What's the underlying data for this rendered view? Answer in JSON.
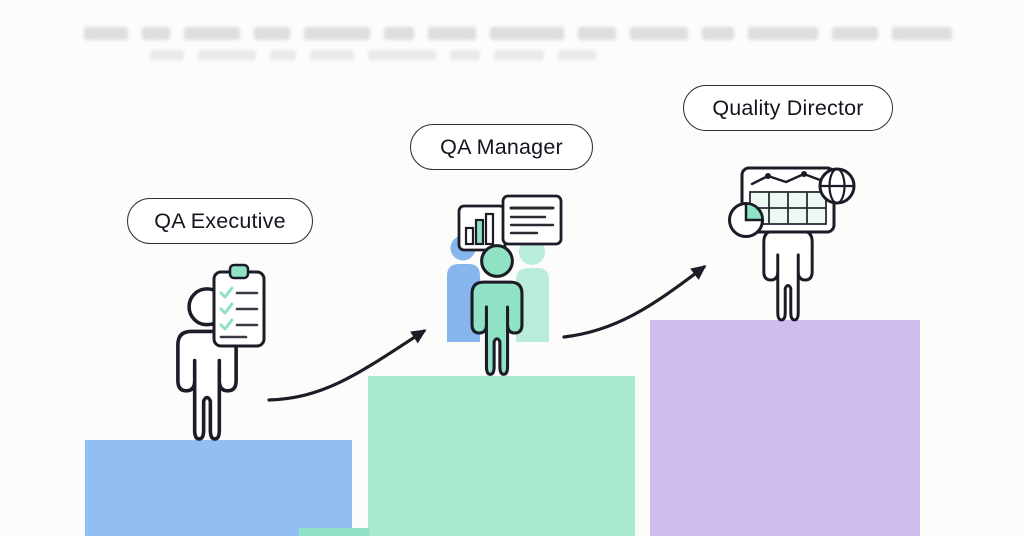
{
  "diagram": {
    "type": "career-ladder",
    "steps": [
      {
        "label": "QA Executive",
        "step_color": "#93bef4",
        "icon": "person-clipboard-checklist-icon"
      },
      {
        "label": "QA Manager",
        "step_color": "#a9e9ce",
        "icon": "person-team-documents-icon"
      },
      {
        "label": "Quality Director",
        "step_color": "#cdbeed",
        "icon": "person-dashboard-globe-pie-icon"
      }
    ],
    "accents": {
      "ink": "#1c1c28",
      "teal": "#8fe2c4",
      "teal_light": "#b9edd9",
      "blue": "#87b6ef"
    },
    "arrows": [
      "step1-to-step2",
      "step2-to-step3"
    ]
  }
}
